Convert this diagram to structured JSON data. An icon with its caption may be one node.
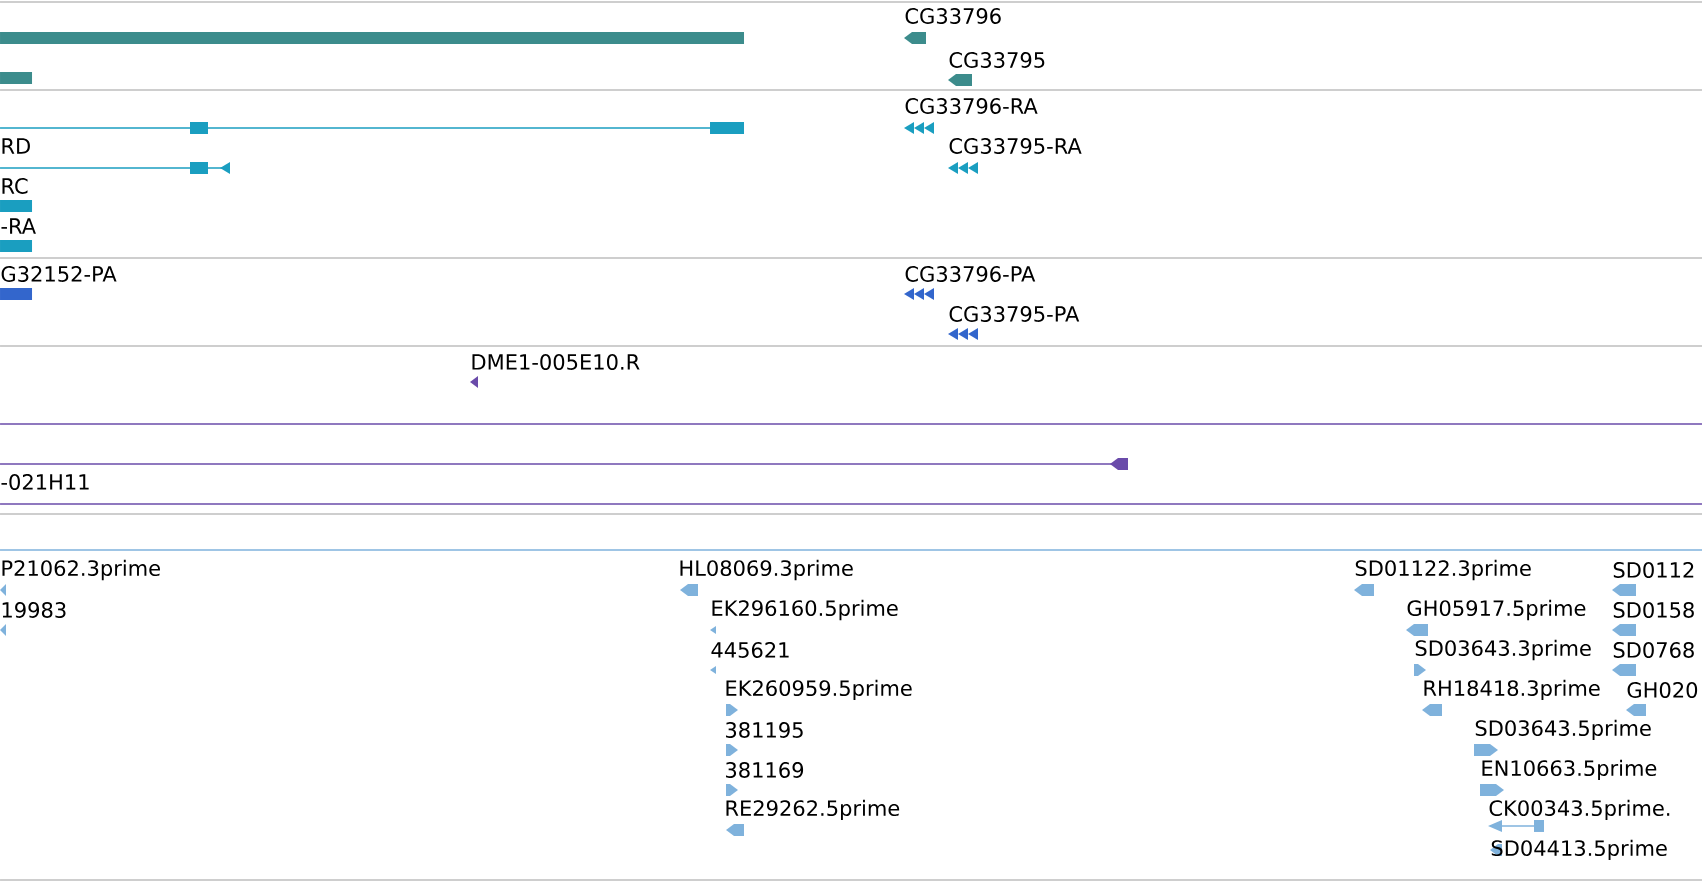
{
  "diagram": {
    "labels": [
      "CG33796",
      "CG33795",
      "CG33796-RA",
      "RD",
      "CG33795-RA",
      "RC",
      "-RA",
      "G32152-PA",
      "CG33796-PA",
      "CG33795-PA",
      "DME1-005E10.R",
      "-021H11",
      "P21062.3prime",
      "HL08069.3prime",
      "SD01122.3prime",
      "SD0112",
      "19983",
      "EK296160.5prime",
      "GH05917.5prime",
      "SD0158",
      "445621",
      "SD03643.3prime",
      "SD0768",
      "EK260959.5prime",
      "RH18418.3prime",
      "GH020",
      "381195",
      "SD03643.5prime",
      "381169",
      "EN10663.5prime",
      "RE29262.5prime",
      "CK00343.5prime.",
      "SD04413.5prime"
    ]
  }
}
